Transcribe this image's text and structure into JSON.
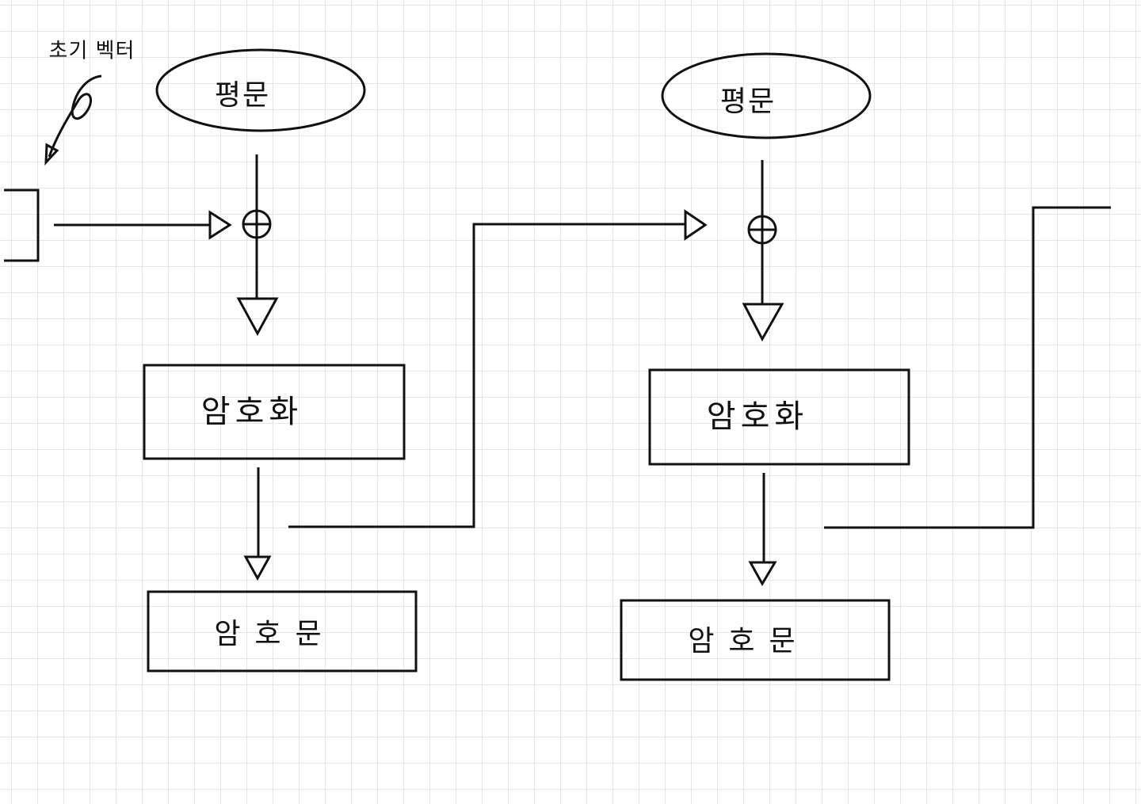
{
  "diagram": {
    "iv_label": "초기 벡터",
    "stages": [
      {
        "plaintext_label": "평문",
        "encrypt_label": "암호화",
        "ciphertext_label": "암호문"
      },
      {
        "plaintext_label": "평문",
        "encrypt_label": "암호화",
        "ciphertext_label": "암호문"
      }
    ]
  },
  "style": {
    "stroke": "#111111",
    "grid": "#e4e4e4",
    "background": "#ffffff"
  }
}
